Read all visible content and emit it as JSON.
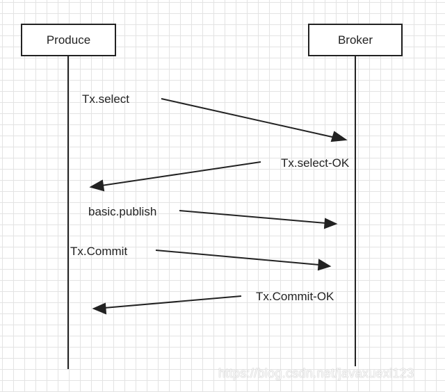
{
  "participants": {
    "produce": "Produce",
    "broker": "Broker"
  },
  "messages": [
    {
      "label": "Tx.select",
      "direction": "to-broker"
    },
    {
      "label": "Tx.select-OK",
      "direction": "to-produce"
    },
    {
      "label": "basic.publish",
      "direction": "to-broker"
    },
    {
      "label": "Tx.Commit",
      "direction": "to-broker"
    },
    {
      "label": "Tx.Commit-OK",
      "direction": "to-produce"
    }
  ],
  "watermark": "https://blog.csdn.net/javaxuexi123",
  "colors": {
    "line": "#222222",
    "grid": "#e3e3e3",
    "background": "#ffffff"
  }
}
